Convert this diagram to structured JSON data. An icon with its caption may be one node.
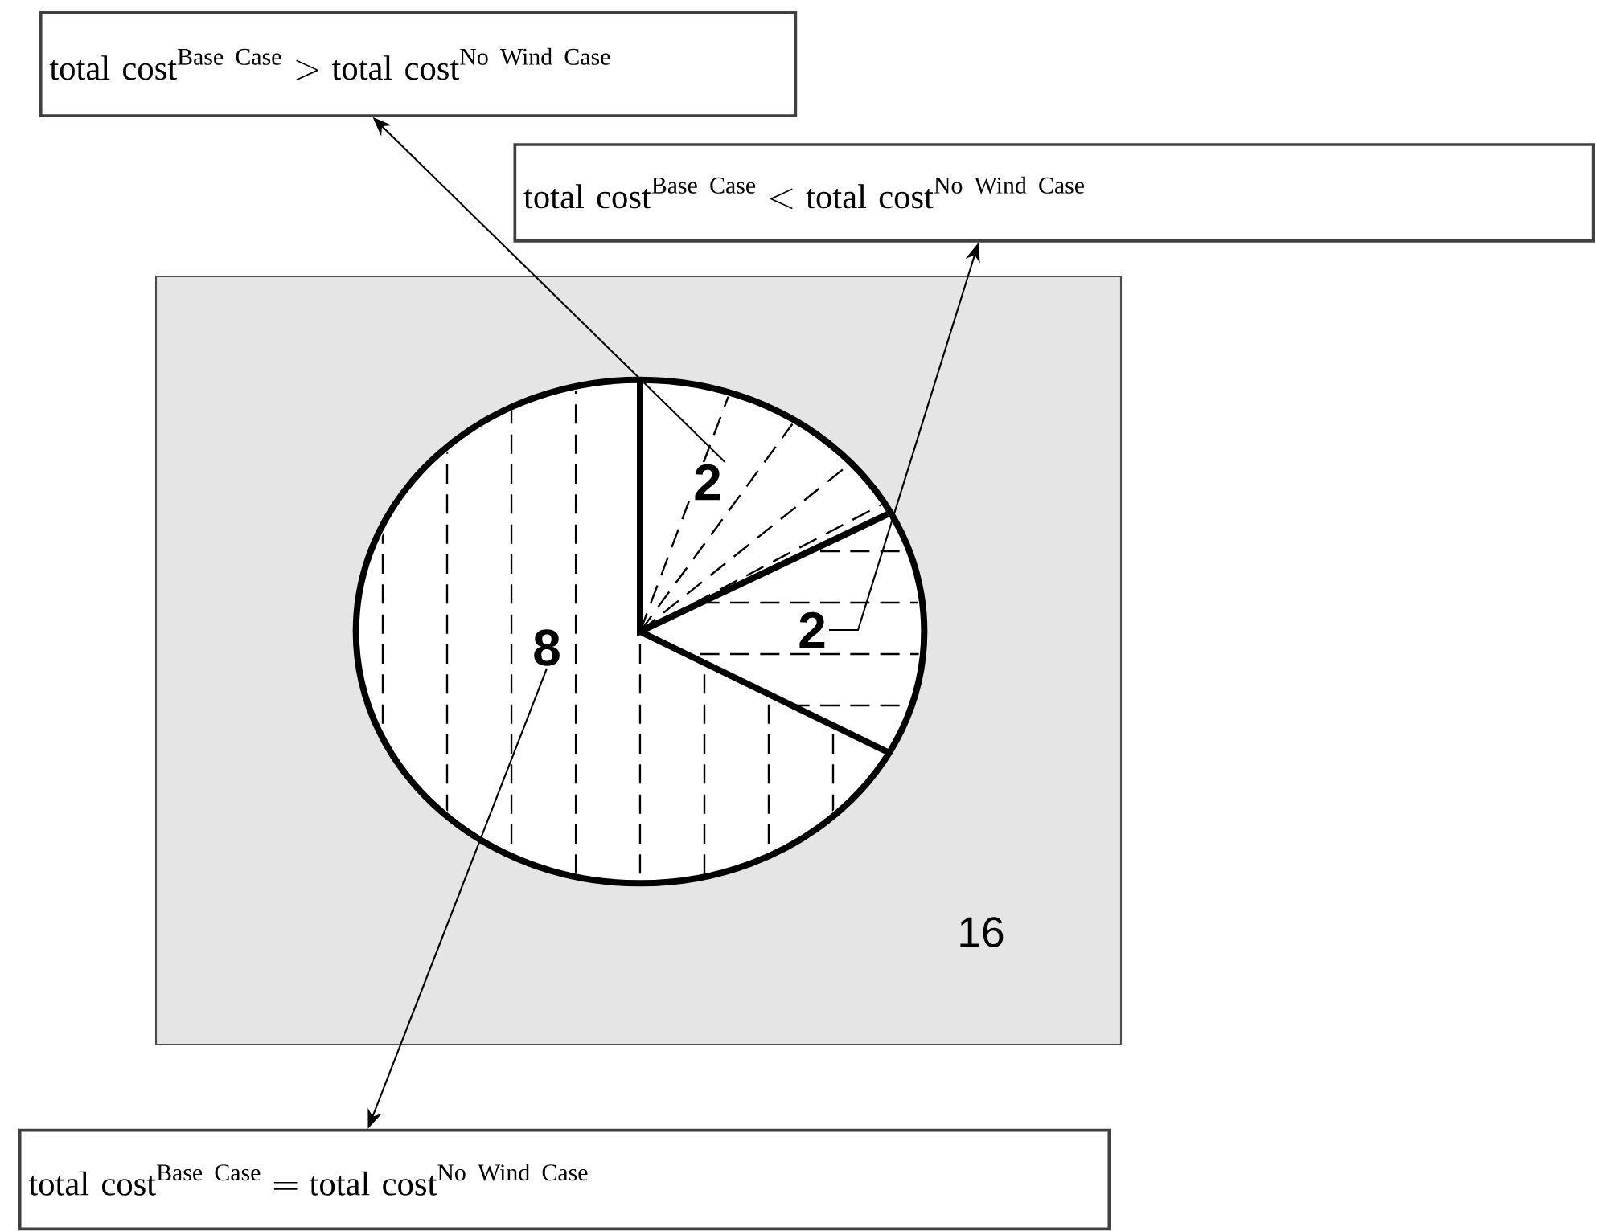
{
  "diagram": {
    "nodes": [
      {
        "text": [
          "\\text{total cost}^{\\text{Base Case}} > \\text{total cost}^{\\text{No Wind Case}}"
        ]
      },
      {
        "text": [
          "\\text{total cost}^{\\text{Base Case}} < \\text{total cost}^{\\text{No Wind Case}}"
        ]
      },
      {
        "text": [
          "16"
        ]
      },
      {
        "text": [],
        "shape": "circle",
        "in": 2
      },
      {
        "text": [
          "2"
        ],
        "in": 3
      },
      {
        "text": [
          "2"
        ],
        "in": 3
      },
      {
        "text": [
          "8"
        ],
        "in": 3
      },
      {
        "text": [
          "\\text{total cost}^{\\text{Base Case}} = \\text{total cost}^{\\text{No Wind Case}}"
        ]
      }
    ],
    "edges": [
      {
        "from": 4,
        "to": 0,
        "arrow": "to"
      },
      {
        "from": 5,
        "to": 1,
        "arrow": "to"
      },
      {
        "from": 6,
        "to": 7,
        "arrow": "to"
      }
    ]
  }
}
